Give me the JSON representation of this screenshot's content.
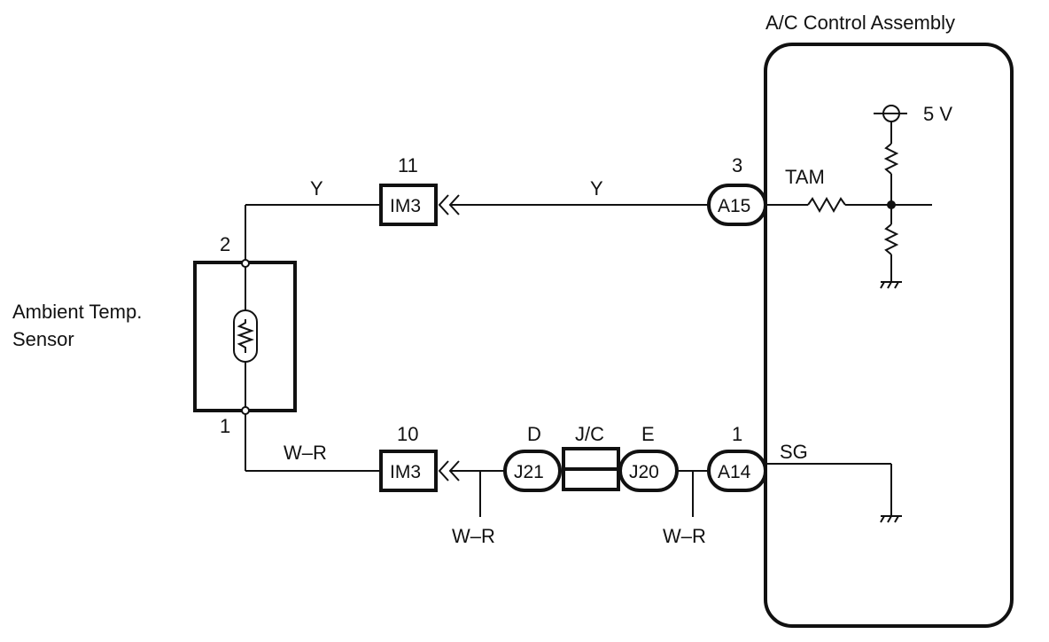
{
  "title": "A/C Control Assembly",
  "sensor": {
    "name_line1": "Ambient Temp.",
    "name_line2": "Sensor",
    "pin_top": "2",
    "pin_bottom": "1"
  },
  "connectors": {
    "im3_top": {
      "code": "IM3",
      "pin": "11"
    },
    "im3_bottom": {
      "code": "IM3",
      "pin": "10"
    },
    "a15": {
      "code": "A15",
      "pin": "3"
    },
    "a14": {
      "code": "A14",
      "pin": "1"
    },
    "j21": {
      "code": "J21",
      "pin": "D"
    },
    "j20": {
      "code": "J20",
      "pin": "E"
    }
  },
  "junction_label": "J/C",
  "wires": {
    "top_left": "Y",
    "top_right": "Y",
    "bottom_left": "W–R",
    "branch_left": "W–R",
    "branch_right": "W–R"
  },
  "terminals": {
    "tam": "TAM",
    "sg": "SG"
  },
  "supply": "5 V",
  "icons": [
    "resistor-icon",
    "thermistor-icon",
    "ground-icon",
    "power-supply-icon",
    "connector-arrow-icon"
  ]
}
